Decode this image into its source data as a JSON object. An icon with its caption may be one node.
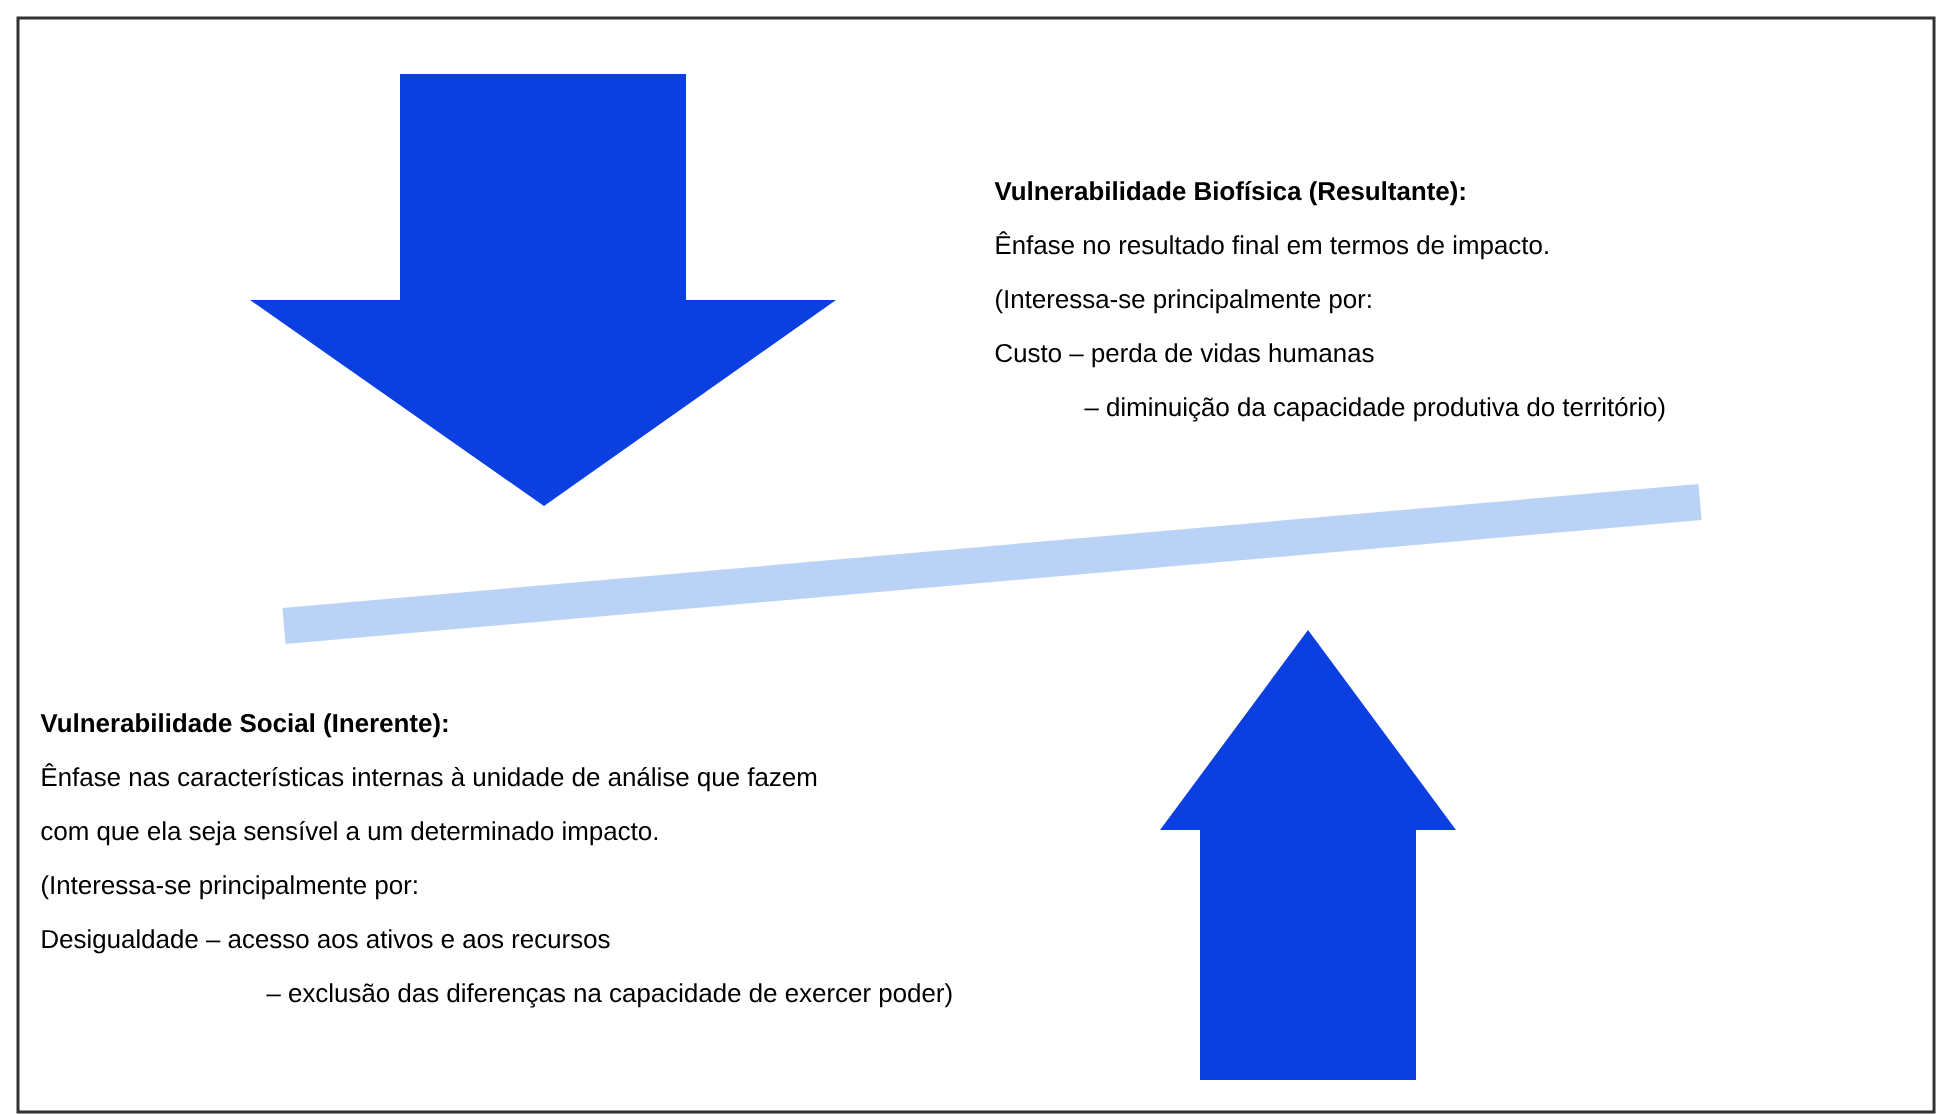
{
  "diagram": {
    "labels": [
      "Vulnerabilidade Biofísica (Resultante):",
      "Ênfase no resultado final em termos de impacto.",
      "(Interessa-se principalmente por:",
      "Custo – perda de vidas humanas",
      "– diminuição da capacidade produtiva do território)",
      "Vulnerabilidade Social (Inerente):",
      "Ênfase nas características internas à unidade de análise que fazem",
      "com que ela seja sensível a um determinado impacto.",
      "(Interessa-se principalmente por:",
      "Desigualdade – acesso aos ativos e aos recursos",
      "– exclusão das diferenças na capacidade de exercer poder)"
    ]
  }
}
